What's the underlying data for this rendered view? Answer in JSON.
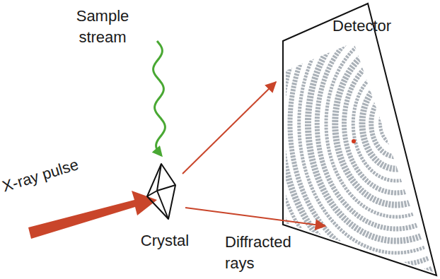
{
  "diagram": {
    "labels": [
      "Sample stream",
      "X-ray pulse",
      "Crystal",
      "Diffracted rays",
      "Detector"
    ]
  }
}
